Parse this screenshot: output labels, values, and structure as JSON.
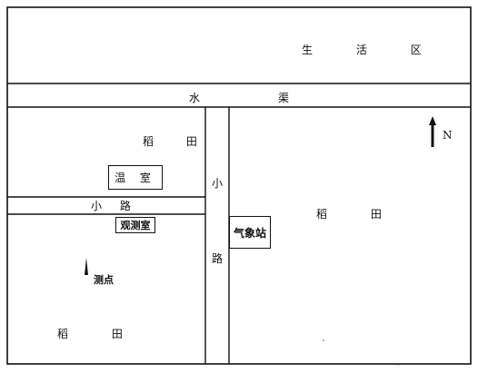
{
  "labels": {
    "living_zone": "生 活 区",
    "canal_left": "水",
    "canal_right": "渠",
    "paddy_top_left": "稻 田",
    "greenhouse": "温 室",
    "lane_horizontal": "小 路",
    "observatory": "观测室",
    "measure_point": "测点",
    "paddy_bottom_left": "稻 田",
    "lane_vertical_top": "小",
    "lane_vertical_bottom": "路",
    "weather_station": "气象站",
    "paddy_right": "稻 田",
    "north": "N"
  }
}
